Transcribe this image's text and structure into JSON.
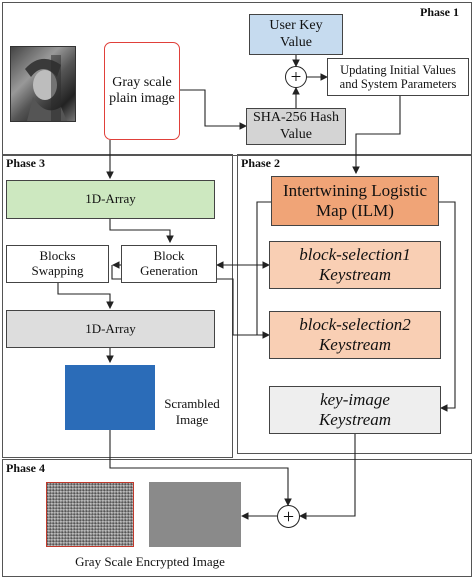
{
  "phases": {
    "phase1": "Phase 1",
    "phase2": "Phase 2",
    "phase3": "Phase 3",
    "phase4": "Phase 4"
  },
  "boxes": {
    "user_key": [
      "User Key",
      "Value"
    ],
    "gray_plain": [
      "Gray scale",
      "plain image"
    ],
    "updating": [
      "Updating Initial Values",
      "and System Parameters"
    ],
    "sha_hash": [
      "SHA-256 Hash",
      "Value"
    ],
    "ilm": [
      "Intertwining Logistic",
      "Map (ILM)"
    ],
    "block_sel1": [
      "block-selection1",
      "Keystream"
    ],
    "block_sel2": [
      "block-selection2",
      "Keystream"
    ],
    "key_image": [
      "key-image",
      "Keystream"
    ],
    "array_top": "1D-Array",
    "blocks_swapping": [
      "Blocks",
      "Swapping"
    ],
    "block_generation": [
      "Block",
      "Generation"
    ],
    "array_bottom": "1D-Array",
    "scrambled_label": [
      "Scrambled",
      "Image"
    ],
    "encrypted_caption": "Gray Scale Encrypted Image"
  },
  "symbols": {
    "xor": "+"
  },
  "colors": {
    "user_key_fill": "#c6dbef",
    "gray_box_border": "#e0403a",
    "sha_fill": "#d4d4d4",
    "ilm_fill": "#f0a477",
    "keystream_fill": "#f9cfb4",
    "key_image_fill": "#eeeeee",
    "array_top_fill": "#cde8c0",
    "array_bottom_fill": "#dddddd",
    "scrambled_fill": "#2b6cb8",
    "plain_gray_square": "#8a8a8a"
  },
  "icons": {
    "plain_image": "portrait-photo-icon",
    "encrypted_noise": "noise-image-icon"
  }
}
